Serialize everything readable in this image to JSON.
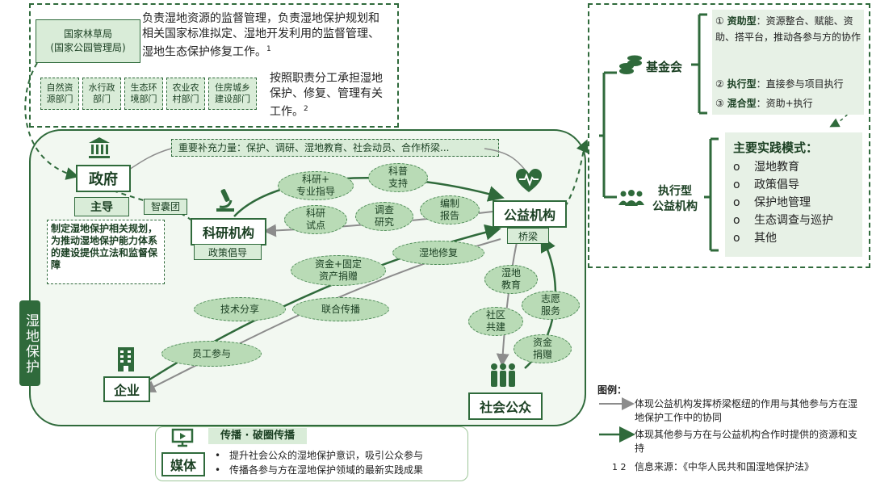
{
  "top_left": {
    "agency": "国家林草局\n(国家公园管理局)",
    "agency_desc": "负责湿地资源的监督管理，负责湿地保护规划和相关国家标准拟定、湿地开发利用的监督管理、湿地生态保护修复工作。",
    "agency_desc_note": "1",
    "departments": [
      "自然资\n源部门",
      "水行政\n部门",
      "生态环\n境部门",
      "农业农\n村部门",
      "住房城乡\n建设部门"
    ],
    "dept_desc": "按照职责分工承担湿地保护、修复、管理有关工作。",
    "dept_desc_note": "2"
  },
  "government": {
    "label": "政府",
    "role": "主导",
    "desc": "制定湿地保护相关规划，为推动湿地保护能力体系的建设提供立法和监督保障"
  },
  "main_area": {
    "side_label": "湿地保护",
    "supplement": "重要补充力量：保护、调研、湿地教育、社会动员、合作桥梁..."
  },
  "research": {
    "label": "科研机构",
    "role": "政策倡导",
    "think_tank": "智囊团"
  },
  "nonprofit": {
    "label": "公益机构",
    "role": "桥梁"
  },
  "enterprise": {
    "label": "企业"
  },
  "public": {
    "label": "社会公众"
  },
  "ellipses": {
    "research_guidance": "科研+\n专业指导",
    "science_support": "科普\n支持",
    "research_pilot": "科研\n试点",
    "survey": "调查\n研究",
    "report": "编制\n报告",
    "wetland_restore": "湿地修复",
    "capital": "资金+固定\n资产捐赠",
    "tech_share": "技术分享",
    "joint_comm": "联合传播",
    "staff": "员工参与",
    "wetland_edu": "湿地\n教育",
    "community": "社区\n共建",
    "volunteer": "志愿\n服务",
    "donation": "资金\n捐赠"
  },
  "media": {
    "label": "媒体",
    "tag": "传播 · 破圈传播",
    "points": [
      "提升社会公众的湿地保护意识，吸引公众参与",
      "传播各参与方在湿地保护领域的最新实践成果"
    ]
  },
  "right": {
    "foundation": "基金会",
    "types": [
      {
        "num": "①",
        "name": "资助型",
        "desc": "：资源整合、赋能、资助、搭平台，推动各参与方的协作"
      },
      {
        "num": "②",
        "name": "执行型",
        "desc": "：直接参与项目执行"
      },
      {
        "num": "③",
        "name": "混合型",
        "desc": "：资助+执行"
      }
    ],
    "exec_org": "执行型\n公益机构",
    "practice_title": "主要实践模式：",
    "practices": [
      "湿地教育",
      "政策倡导",
      "保护地管理",
      "生态调查与巡护",
      "其他"
    ]
  },
  "legend": {
    "title": "图例：",
    "gray_desc": "体现公益机构发挥桥梁枢纽的作用与其他参与方在湿地保护工作中的协同",
    "green_desc": "体现其他参与方在与公益机构合作时提供的资源和支持",
    "source_nums": "1 2",
    "source": "信息来源：《中华人民共和国湿地保护法》"
  },
  "colors": {
    "dark_green": "#2f6a3b",
    "light_green": "#d9ecd8",
    "ellipse_green": "#b9dbb6",
    "gray_arrow": "#8c8c8c"
  }
}
